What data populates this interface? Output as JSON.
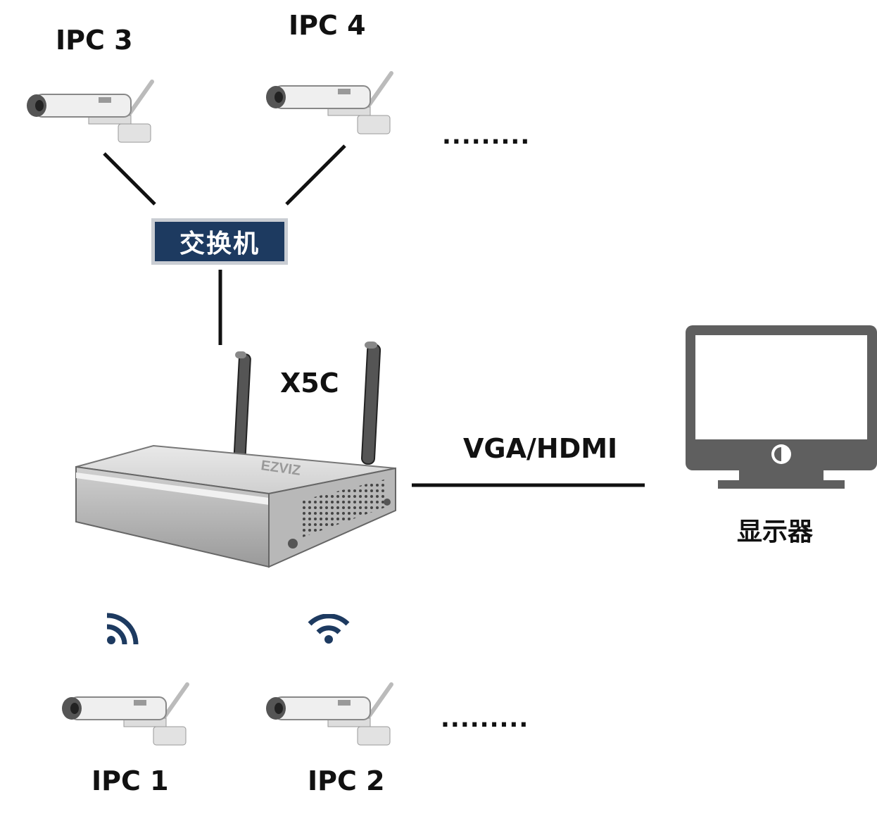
{
  "labels": {
    "ipc1": "IPC 1",
    "ipc2": "IPC 2",
    "ipc3": "IPC 3",
    "ipc4": "IPC 4",
    "nvr": "X5C",
    "switch": "交换机",
    "cable": "VGA/HDMI",
    "monitor": "显示器",
    "more_top": ".........",
    "more_bottom": "........."
  },
  "device_brand": "EZVIZ",
  "colors": {
    "switch_fill": "#1d3a60",
    "switch_border": "#c9cdd3",
    "wifi_icon": "#1d3a60",
    "monitor": "#5f5f5f",
    "line": "#111111"
  },
  "icons": {
    "camera": "ip-camera-icon",
    "wifi": "wifi-icon",
    "monitor": "monitor-icon",
    "nvr": "nvr-device-icon"
  }
}
